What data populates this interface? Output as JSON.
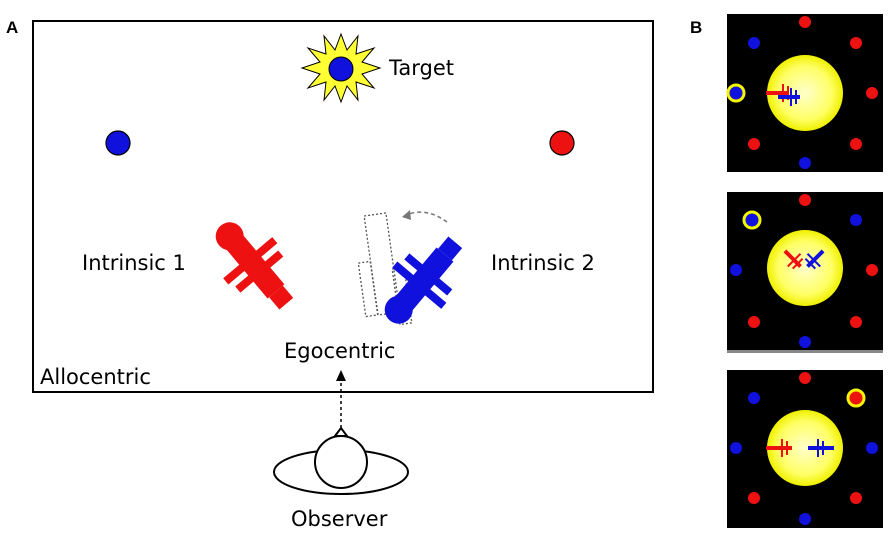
{
  "panel_a": {
    "letter": "A",
    "labels": {
      "target": "Target",
      "intrinsic1": "Intrinsic 1",
      "intrinsic2": "Intrinsic 2",
      "egocentric": "Egocentric",
      "allocentric": "Allocentric",
      "observer": "Observer"
    }
  },
  "panel_b": {
    "letter": "B"
  },
  "colors": {
    "red": "#ee1111",
    "blue": "#1111dd",
    "yellow": "#f5f500",
    "black": "#000000",
    "sun_fill": "#ffff66"
  }
}
